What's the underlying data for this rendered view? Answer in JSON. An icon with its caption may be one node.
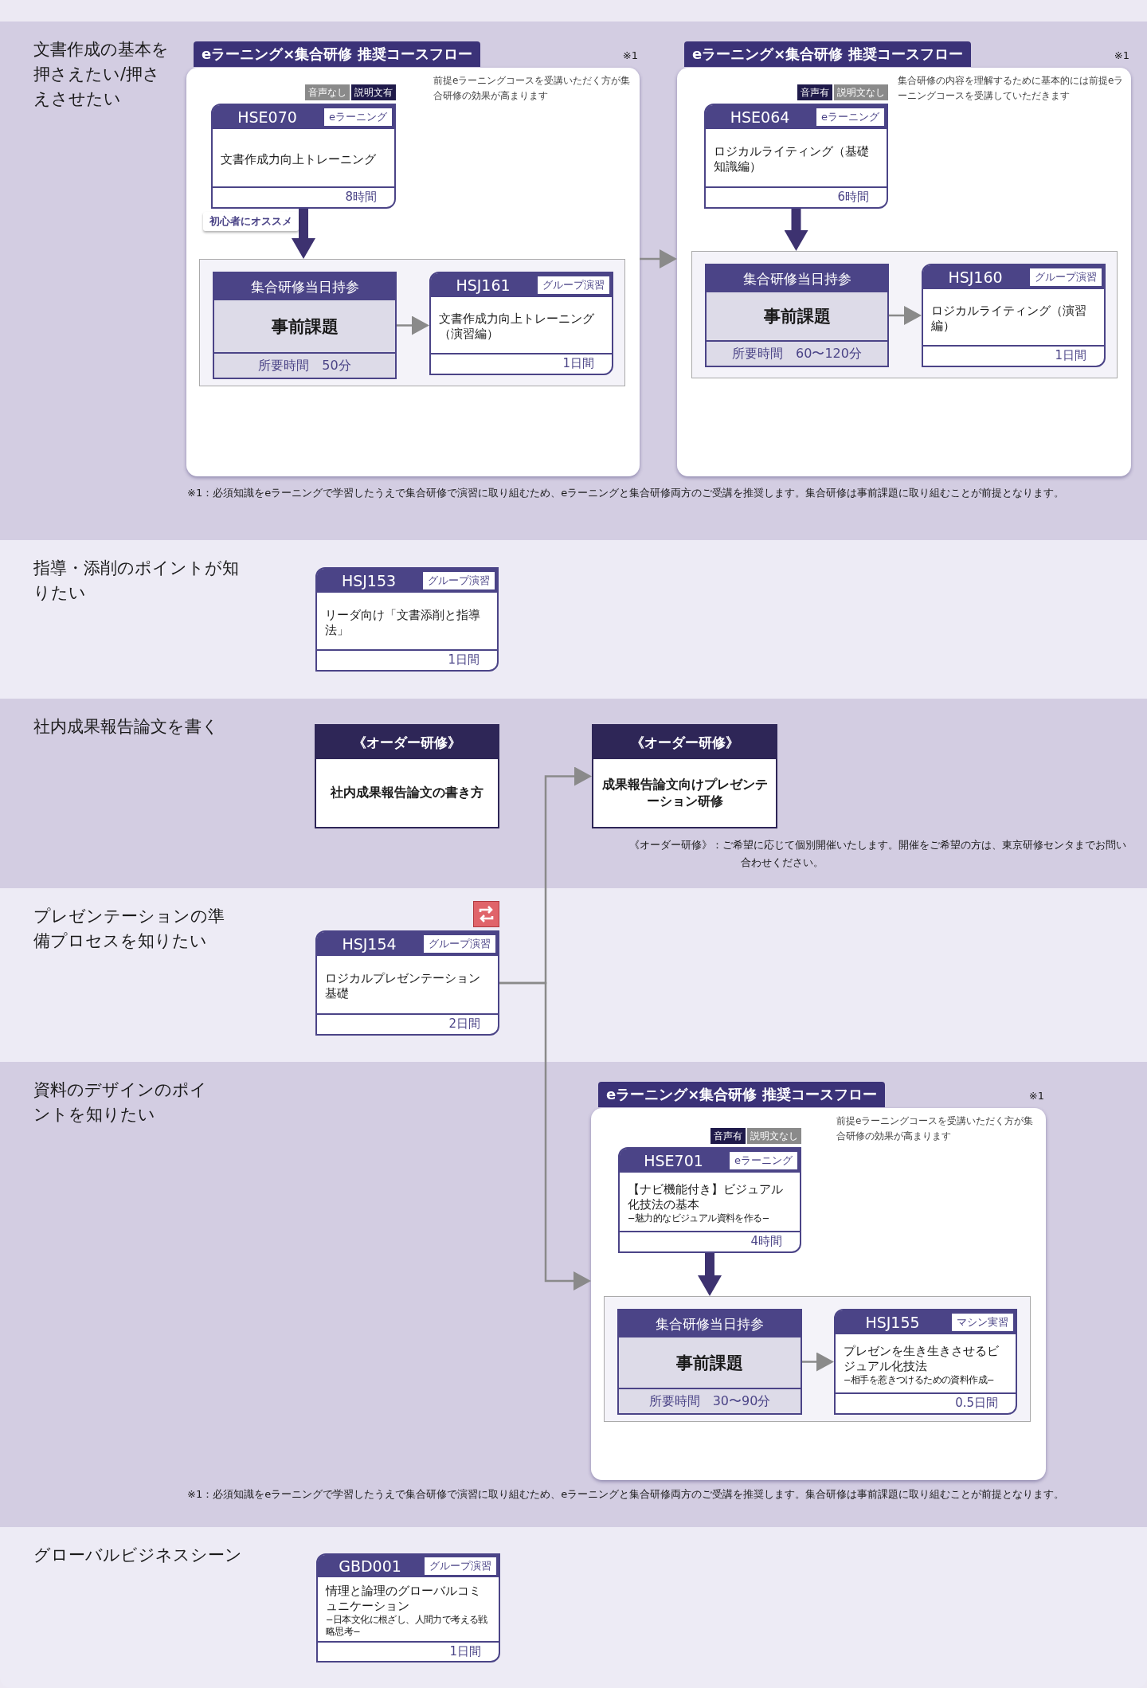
{
  "diagram": {
    "nodes": [
      {
        "text": [
          "文書作成の基本を押さえたい/押さえさせたい"
        ]
      },
      {
        "text": [
          "eラーニング×集合研修 推奨コースフロー"
        ],
        "in": 0,
        "beside": [
          "※1",
          "前提eラーニングコースを受講いただく方が集合研修の効果が高まります"
        ]
      },
      {
        "text": [
          "HSE070",
          "eラーニング",
          "文書作成力向上トレーニング",
          "8時間"
        ],
        "in": 1,
        "beside": [
          "音声なし",
          "説明文有",
          "初心者にオススメ"
        ]
      },
      {
        "text": [],
        "shape": "box",
        "in": 1
      },
      {
        "text": [
          "集合研修当日持参",
          "事前課題",
          "所要時間　50分"
        ],
        "in": 3
      },
      {
        "text": [
          "HSJ161",
          "グループ演習",
          "文書作成力向上トレーニング（演習編）",
          "1日間"
        ],
        "in": 3
      },
      {
        "text": [
          "eラーニング×集合研修 推奨コースフロー"
        ],
        "in": 0,
        "beside": [
          "※1",
          "集合研修の内容を理解するために基本的には前提eラーニングコースを受講していただきます"
        ]
      },
      {
        "text": [
          "HSE064",
          "eラーニング",
          "ロジカルライティング（基礎知識編）",
          "6時間"
        ],
        "in": 6,
        "beside": [
          "音声有",
          "説明文なし"
        ]
      },
      {
        "text": [],
        "shape": "box",
        "in": 6
      },
      {
        "text": [
          "集合研修当日持参",
          "事前課題",
          "所要時間　60〜120分"
        ],
        "in": 8
      },
      {
        "text": [
          "HSJ160",
          "グループ演習",
          "ロジカルライティング（演習編）",
          "1日間"
        ],
        "in": 8
      },
      {
        "text": [
          "指導・添削のポイントが知りたい"
        ]
      },
      {
        "text": [
          "HSJ153",
          "グループ演習",
          "リーダ向け「文書添削と指導法」",
          "1日間"
        ],
        "in": 11
      },
      {
        "text": [
          "社内成果報告論文を書く"
        ]
      },
      {
        "text": [
          "《オーダー研修》",
          "社内成果報告論文の書き方"
        ],
        "in": 13
      },
      {
        "text": [
          "《オーダー研修》",
          "成果報告論文向けプレゼンテーション研修"
        ],
        "in": 13
      },
      {
        "text": [
          "プレゼンテーションの準備プロセスを知りたい"
        ]
      },
      {
        "text": [
          "HSJ154",
          "グループ演習",
          "ロジカルプレゼンテーション基礎",
          "2日間"
        ],
        "in": 16
      },
      {
        "text": [
          "資料のデザインのポイントを知りたい"
        ]
      },
      {
        "text": [
          "eラーニング×集合研修 推奨コースフロー"
        ],
        "in": 18,
        "beside": [
          "※1",
          "前提eラーニングコースを受講いただく方が集合研修の効果が高まります"
        ]
      },
      {
        "text": [
          "HSE701",
          "eラーニング",
          "【ナビ機能付き】ビジュアル化技法の基本",
          "−魅力的なビジュアル資料を作る−",
          "4時間"
        ],
        "in": 19,
        "beside": [
          "音声有",
          "説明文なし"
        ]
      },
      {
        "text": [],
        "shape": "box",
        "in": 19
      },
      {
        "text": [
          "集合研修当日持参",
          "事前課題",
          "所要時間　30〜90分"
        ],
        "in": 21
      },
      {
        "text": [
          "HSJ155",
          "マシン実習",
          "プレゼンを生き生きさせるビジュアル化技法",
          "−相手を惹きつけるための資料作成−",
          "0.5日間"
        ],
        "in": 21
      },
      {
        "text": [
          "グローバルビジネスシーン"
        ]
      },
      {
        "text": [
          "GBD001",
          "グループ演習",
          "情理と論理のグローバルコミュニケーション",
          "−日本文化に根ざし、人間力で考える戦略思考−",
          "1日間"
        ],
        "in": 24
      }
    ],
    "edges": [
      {
        "from": 2,
        "to": 3,
        "arrow": "to",
        "style": "thick",
        "color": "#3d3270"
      },
      {
        "from": 4,
        "to": 5,
        "arrow": "to"
      },
      {
        "from": 1,
        "to": 6,
        "arrow": "to"
      },
      {
        "from": 7,
        "to": 8,
        "arrow": "to",
        "style": "thick",
        "color": "#3d3270"
      },
      {
        "from": 9,
        "to": 10,
        "arrow": "to"
      },
      {
        "from": 17,
        "to": 15,
        "arrow": "to"
      },
      {
        "from": 17,
        "to": 19,
        "arrow": "to"
      },
      {
        "from": 20,
        "to": 21,
        "arrow": "to",
        "style": "thick",
        "color": "#3d3270"
      },
      {
        "from": 22,
        "to": 23,
        "arrow": "to"
      }
    ],
    "labels": [
      "※1：必須知識をeラーニングで学習したうえで集合研修で演習に取り組むため、eラーニングと集合研修両方のご受講を推奨します。集合研修は事前課題に取り組むことが前提となります。",
      "《オーダー研修》：ご希望に応じて個別開催いたします。開催をご希望の方は、東京研修センタまでお問い合わせください。",
      "※1：必須知識をeラーニングで学習したうえで集合研修で演習に取り組むため、eラーニングと集合研修両方のご受講を推奨します。集合研修は事前課題に取り組むことが前提となります。"
    ]
  }
}
